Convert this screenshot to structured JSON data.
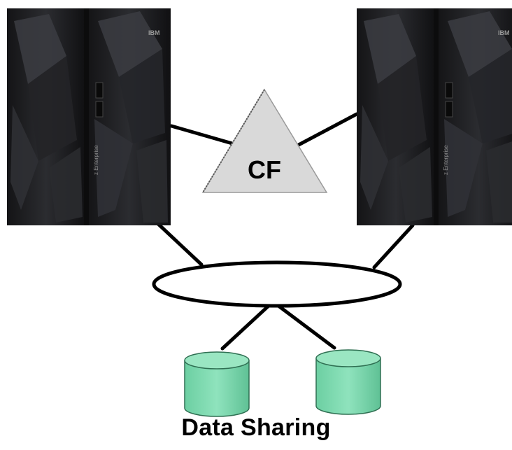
{
  "diagram": {
    "servers": [
      {
        "id": "left",
        "brand": "IBM",
        "side_text": "z Enterprise"
      },
      {
        "id": "right",
        "brand": "IBM",
        "side_text": "z Enterprise"
      }
    ],
    "coupling_facility": {
      "label": "CF"
    },
    "storage_devices": 2,
    "caption": "Data Sharing"
  },
  "colors": {
    "server_body": "#1b1b1d",
    "server_highlight": "#3a3b40",
    "cf_fill": "#d9d9d9",
    "disk_fill": "#7fd8b0",
    "line": "#000000"
  },
  "icons": [
    "mainframe-icon",
    "coupling-facility-icon",
    "disk-icon",
    "network-ring-icon"
  ]
}
